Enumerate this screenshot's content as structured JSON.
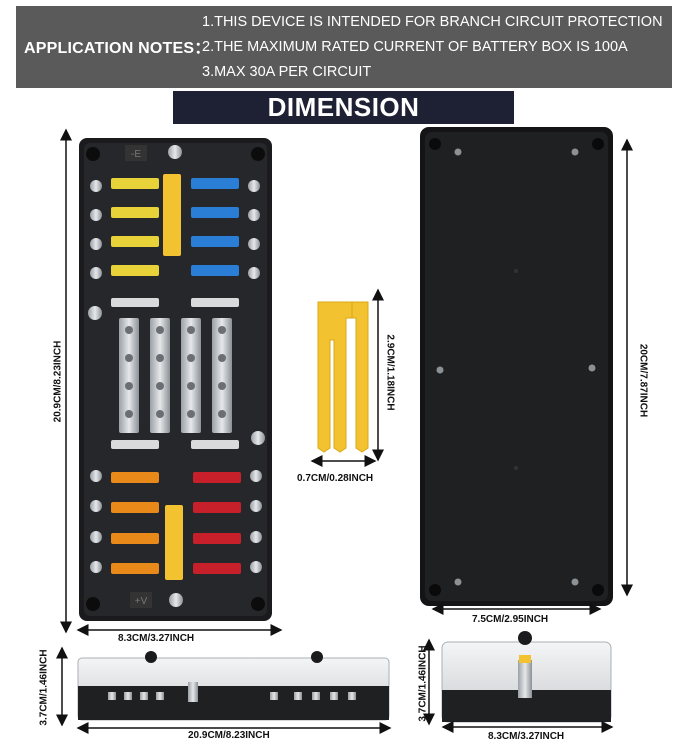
{
  "notes": {
    "title": "APPLICATION NOTES：",
    "lines": [
      "1.THIS DEVICE IS INTENDED FOR BRANCH CIRCUIT PROTECTION",
      "2.THE MAXIMUM RATED CURRENT OF BATTERY BOX IS 100A",
      "3.MAX 30A PER CIRCUIT"
    ]
  },
  "banner": "DIMENSION",
  "dimensions": {
    "front_height": "20.9CM/8.23INCH",
    "front_width": "8.3CM/3.27INCH",
    "puller_height": "2.9CM/1.18INCH",
    "puller_width": "0.7CM/0.28INCH",
    "back_height": "20CM/7.87INCH",
    "back_width": "7.5CM/2.95INCH",
    "side_height": "3.7CM/1.46INCH",
    "side_width": "20.9CM/8.23INCH",
    "end_height": "3.7CM/1.46INCH",
    "end_width": "8.3CM/3.27INCH"
  },
  "terminal_labels": {
    "positive": "+V",
    "negative": "-E"
  },
  "colors": {
    "notes_bg": "#5a5a5a",
    "banner_bg": "#1d2133",
    "fuse_yellow": "#e8d23a",
    "fuse_blue": "#2a7ed6",
    "fuse_orange": "#e8891a",
    "fuse_red": "#c8202a",
    "puller": "#f2c230"
  }
}
